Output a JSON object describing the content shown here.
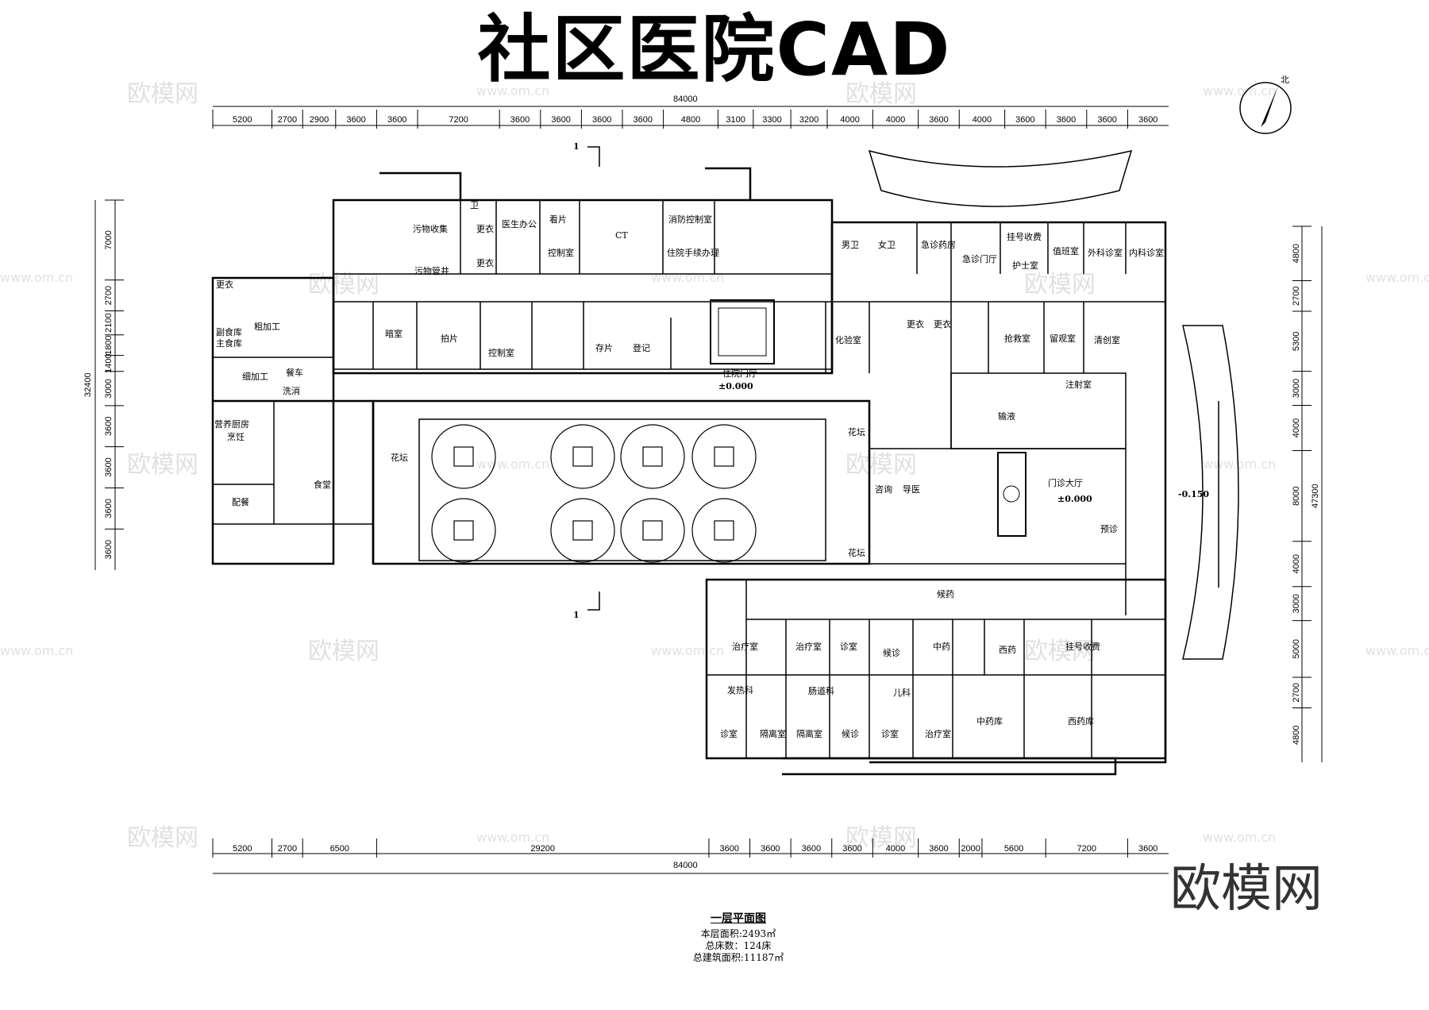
{
  "title": "社区医院CAD",
  "brand": "欧模网",
  "watermark": {
    "text": "欧模网",
    "site": "www.om.cn"
  },
  "north_label": "北",
  "section_marker": "1",
  "dimensions": {
    "total": "84000",
    "total_depth": "47300",
    "left_total": "32400",
    "top": [
      "5200",
      "2700",
      "2900",
      "3600",
      "3600",
      "7200",
      "3600",
      "3600",
      "3600",
      "3600",
      "4800",
      "3100",
      "3300",
      "3200",
      "4000",
      "4000",
      "3600",
      "4000",
      "3600",
      "3600",
      "3600",
      "3600"
    ],
    "bottom": [
      "5200",
      "2700",
      "6500",
      "29200",
      "3600",
      "3600",
      "3600",
      "3600",
      "4000",
      "3600",
      "2000",
      "5600",
      "7200",
      "3600"
    ],
    "left": [
      "7000",
      "2700",
      "2100",
      "1800",
      "1400",
      "3000",
      "3600",
      "3600",
      "3600",
      "3600"
    ],
    "right": [
      "4800",
      "2700",
      "5300",
      "3000",
      "4000",
      "8000",
      "4000",
      "3000",
      "5000",
      "2700",
      "4800"
    ]
  },
  "levels": {
    "inpatient_lobby": "±0.000",
    "outpatient_lobby": "±0.000",
    "entrance": "-0.150"
  },
  "rooms": {
    "wuwushouji": "污物收集",
    "wuwuguanjing": "污物管井",
    "wei": "卫",
    "gengyi": "更衣",
    "yishengbangong": "医生办公",
    "kanpian": "看片",
    "kongzhishi": "控制室",
    "ct": "CT",
    "xiaofangkongzhi": "消防控制室",
    "zhuyuanshouxu": "住院手续办理",
    "nanwei": "男卫",
    "nvwei": "女卫",
    "jizhenyaofang": "急诊药房",
    "jizhenmenting": "急诊门厅",
    "guahaoshoufei": "挂号收费",
    "hushishi": "护士室",
    "zhibanshi": "值班室",
    "waikezhenshi": "外科诊室",
    "neikezhenshi": "内科诊室",
    "cukuku": "副食库",
    "zhushiku": "主食库",
    "cujiagong": "粗加工",
    "xijiagong": "细加工",
    "canche": "餐车",
    "xixiao": "洗消",
    "anshi": "暗室",
    "paipian": "拍片",
    "cunpian": "存片",
    "dengji": "登记",
    "zhuyuanmenting": "住院门厅",
    "huayanshi": "化验室",
    "qiangjiushi": "抢救室",
    "liuguanshi": "留观室",
    "qingchuangshi": "清创室",
    "zhusheshi": "注射室",
    "shuye": "输液",
    "yingyangchufang": "营养厨房",
    "pengren": "烹饪",
    "peican": "配餐",
    "shitang": "食堂",
    "huatan": "花坛",
    "zixun": "咨询",
    "daoyi": "导医",
    "menzhendating": "门诊大厅",
    "yuzhen": "预诊",
    "houyao": "候药",
    "zhiliaoshi": "治疗室",
    "zhenshi": "诊室",
    "houzhen": "候诊",
    "zhongyao": "中药",
    "xiyao": "西药",
    "fareke": "发热科",
    "changdaoke": "肠道科",
    "erke": "儿科",
    "gelishi": "隔离室",
    "zhongyaoku": "中药库",
    "xiyaoku": "西药库"
  },
  "caption": {
    "name": "一层平面图",
    "floor_area": "本层面积:2493㎡",
    "beds": "总床数：124床",
    "total_area": "总建筑面积:11187㎡"
  }
}
